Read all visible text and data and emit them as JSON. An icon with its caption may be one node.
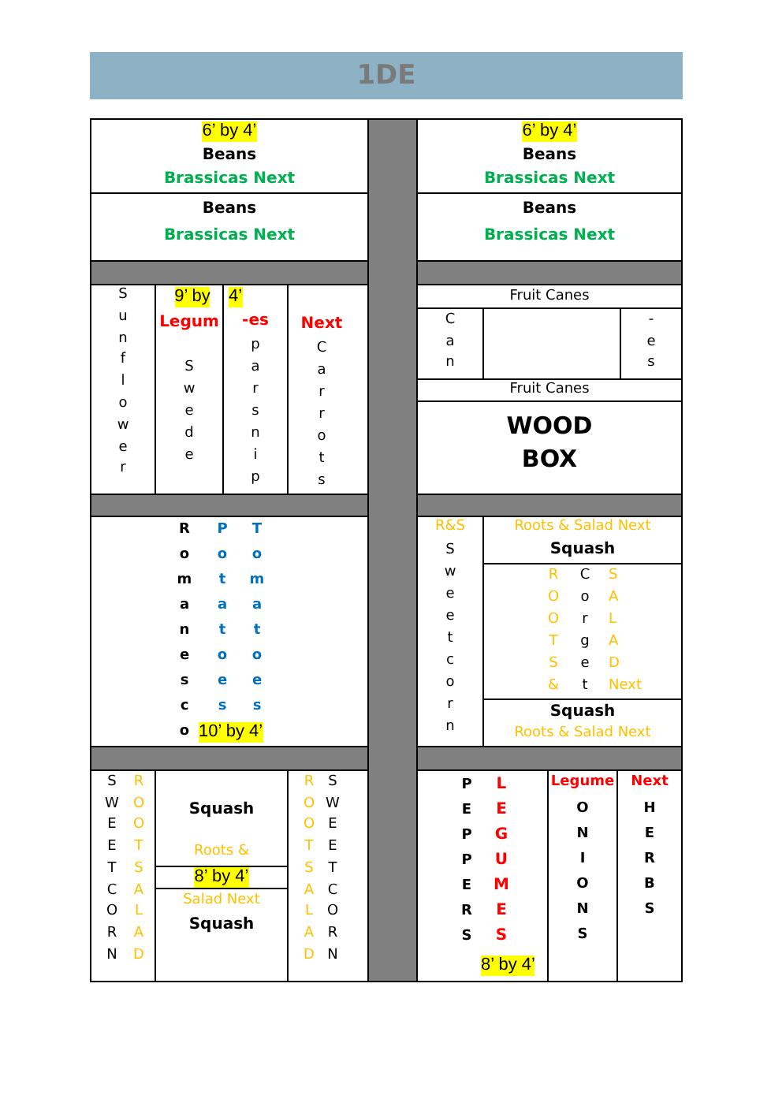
{
  "diagram": {
    "title": "1DE",
    "nodes": [
      {
        "text": [
          "6’ by 4’",
          "Beans",
          "Brassicas Next"
        ]
      },
      {
        "text": [],
        "shape": "bar"
      },
      {
        "text": [
          "6’ by 4’",
          "Beans",
          "Brassicas Next"
        ]
      },
      {
        "text": [
          "Beans",
          "Brassicas Next"
        ]
      },
      {
        "text": [
          "Beans",
          "Brassicas Next"
        ]
      },
      {
        "text": [],
        "shape": "bar"
      },
      {
        "text": [],
        "shape": "bar"
      },
      {
        "text": [
          "S u n f l o w e r"
        ]
      },
      {
        "text": [
          "9’ by",
          "Legum",
          "S w e d e"
        ]
      },
      {
        "text": [
          "4’",
          "-es",
          "p a r s n i p"
        ]
      },
      {
        "text": [
          "Next",
          "C a r r o t s"
        ]
      },
      {
        "text": [
          "Fruit Canes"
        ]
      },
      {
        "text": [
          "C a n"
        ]
      },
      {
        "text": [
          "- e s"
        ]
      },
      {
        "text": [
          "Fruit Canes"
        ]
      },
      {
        "text": [
          "WOOD BOX"
        ]
      },
      {
        "text": [],
        "shape": "bar"
      },
      {
        "text": [],
        "shape": "bar"
      },
      {
        "text": [
          "R o m a n e s c o",
          "P o t a t o e s",
          "T o m a t o e s",
          "10’ by 4’"
        ]
      },
      {
        "text": [
          "R&S",
          "S w e e t c o r n"
        ]
      },
      {
        "text": [
          "Roots & Salad Next",
          "Squash"
        ]
      },
      {
        "text": [
          "R O O T S &",
          "C o r g e t",
          "S A L A D Next"
        ]
      },
      {
        "text": [
          "Squash",
          "Roots & Salad Next"
        ]
      },
      {
        "text": [],
        "shape": "bar"
      },
      {
        "text": [],
        "shape": "bar"
      },
      {
        "text": [
          "S W E E T C O R N",
          "R O O T S A L A D"
        ]
      },
      {
        "text": [
          "Squash",
          "Roots &"
        ]
      },
      {
        "text": [
          "8’ by 4’"
        ]
      },
      {
        "text": [
          "Salad Next",
          "Squash"
        ]
      },
      {
        "text": [
          "R O O T S A L A D",
          "S W E E T C O R N"
        ]
      },
      {
        "text": [
          "P E P P E R S",
          "L E G U M E S",
          "8’ by 4’"
        ]
      },
      {
        "text": [
          "Legume",
          "O N I O N S"
        ]
      },
      {
        "text": [
          "Next",
          "H E R B S"
        ]
      }
    ]
  }
}
